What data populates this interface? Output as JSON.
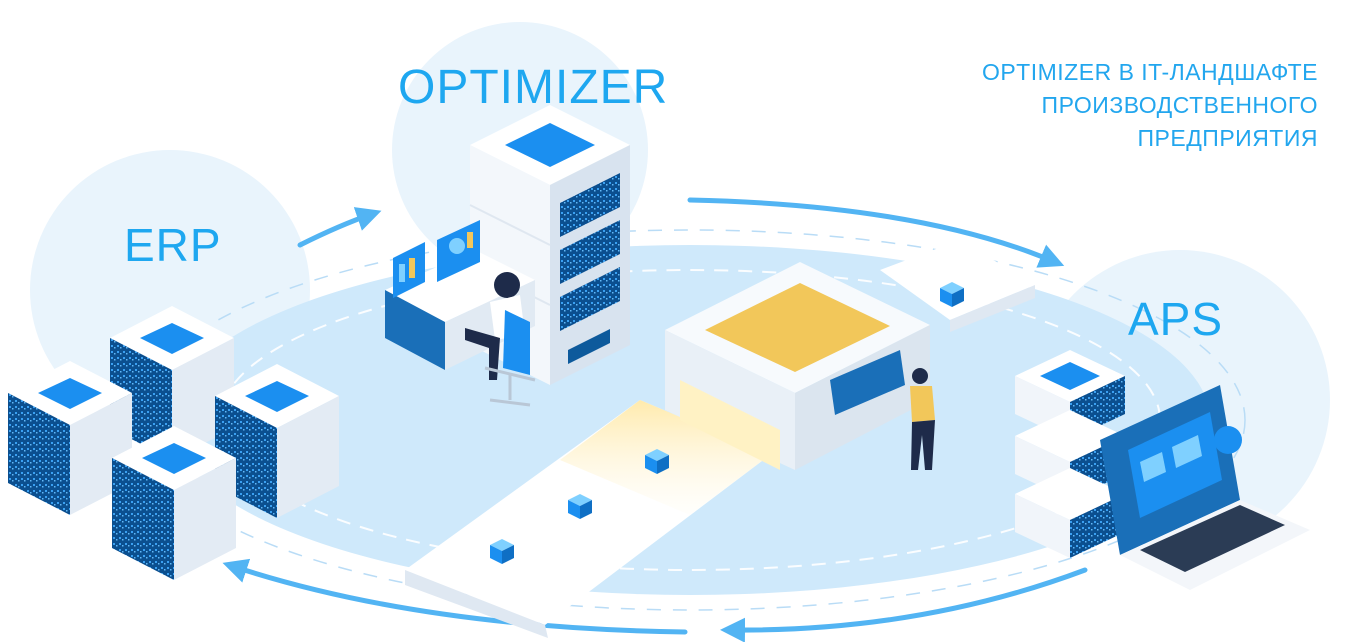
{
  "labels": {
    "optimizer": "OPTIMIZER",
    "erp": "ERP",
    "aps": "APS"
  },
  "title_lines": [
    "OPTIMIZER В IT-ЛАНДШАФТЕ",
    "ПРОИЗВОДСТВЕННОГО",
    "ПРЕДПРИЯТИЯ"
  ],
  "colors": {
    "accent": "#1ea7f0",
    "ellipse": "#cfe9fb",
    "bubble": "#e9f4fc",
    "arrow": "#52b4f3",
    "server_face": "#ffffff",
    "server_side": "#d8e3ef",
    "screen": "#1b8ff0",
    "gold": "#f2c75a"
  },
  "icons": [
    "server-cube-icon",
    "server-tower-icon",
    "laptop-icon",
    "calendar-icon",
    "conveyor-icon",
    "workstation-icon",
    "flow-arrow-icon"
  ]
}
